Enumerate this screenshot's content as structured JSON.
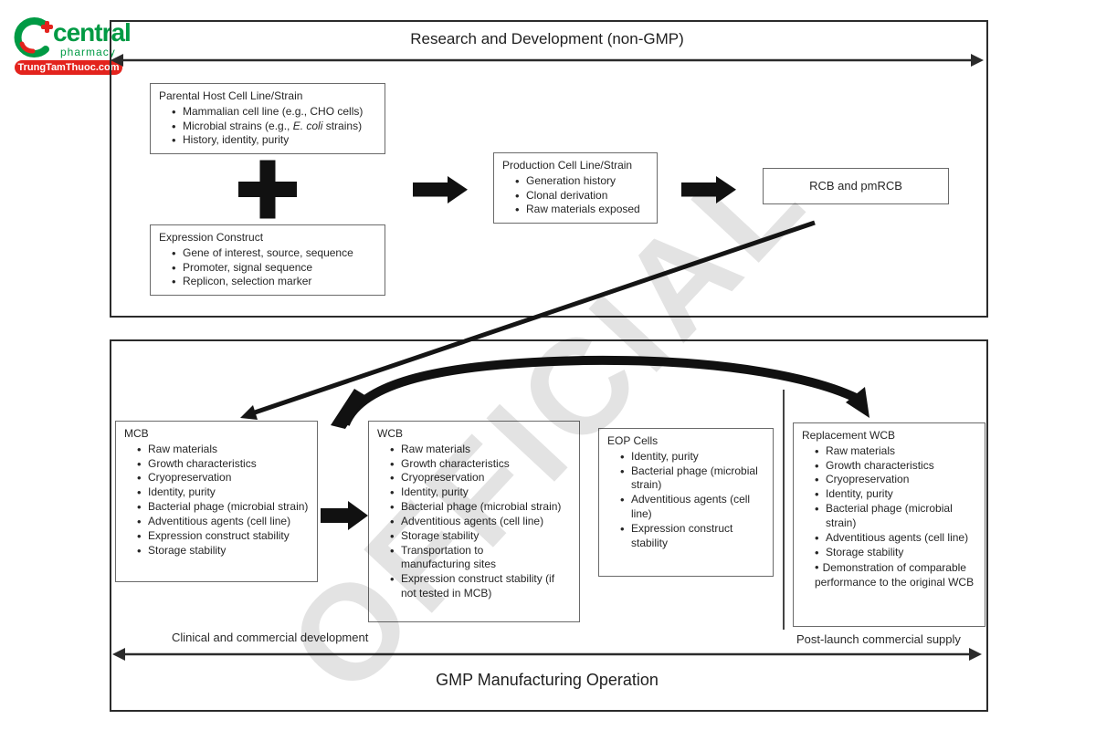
{
  "colors": {
    "brand_green": "#009a44",
    "brand_red": "#e3231d",
    "watermark_gray": "#e3e3e3",
    "ink": "#1a1a1a"
  },
  "logo": {
    "brand": "central",
    "sub": "pharmacy",
    "domain": "TrungTamThuoc.com"
  },
  "watermark": "OFFICIAL",
  "rnd": {
    "title": "Research and Development (non-GMP)",
    "parental": {
      "title": "Parental Host Cell Line/Strain",
      "items": [
        "Mammalian cell line (e.g., CHO cells)",
        {
          "pre": "Microbial strains (e.g., ",
          "italic": "E. coli",
          "post": " strains)"
        },
        "History, identity, purity"
      ]
    },
    "expression": {
      "title": "Expression Construct",
      "items": [
        "Gene of interest, source, sequence",
        "Promoter, signal sequence",
        "Replicon, selection marker"
      ]
    },
    "production": {
      "title": "Production Cell Line/Strain",
      "items": [
        "Generation history",
        "Clonal derivation",
        "Raw materials exposed"
      ]
    },
    "rcb": {
      "label": "RCB and pmRCB"
    }
  },
  "gmp": {
    "title": "GMP Manufacturing Operation",
    "phase_left": "Clinical and commercial development",
    "phase_right": "Post-launch commercial supply",
    "mcb": {
      "title": "MCB",
      "items": [
        "Raw materials",
        "Growth characteristics",
        "Cryopreservation",
        "Identity, purity",
        "Bacterial phage (microbial strain)",
        "Adventitious agents (cell line)",
        "Expression construct stability",
        "Storage stability"
      ]
    },
    "wcb": {
      "title": "WCB",
      "items": [
        "Raw materials",
        "Growth characteristics",
        "Cryopreservation",
        "Identity, purity",
        "Bacterial phage (microbial strain)",
        "Adventitious agents (cell line)",
        "Storage stability",
        "Transportation to manufacturing sites",
        "Expression construct stability (if not tested in MCB)"
      ]
    },
    "eop": {
      "title": "EOP Cells",
      "items": [
        "Identity, purity",
        "Bacterial phage (microbial strain)",
        "Adventitious agents (cell line)",
        "Expression construct stability"
      ]
    },
    "replacement": {
      "title": "Replacement WCB",
      "items": [
        "Raw materials",
        "Growth characteristics",
        "Cryopreservation",
        "Identity, purity",
        "Bacterial phage (microbial strain)",
        "Adventitious agents (cell line)",
        "Storage stability",
        "Demonstration of comparable performance to the original WCB"
      ]
    }
  }
}
